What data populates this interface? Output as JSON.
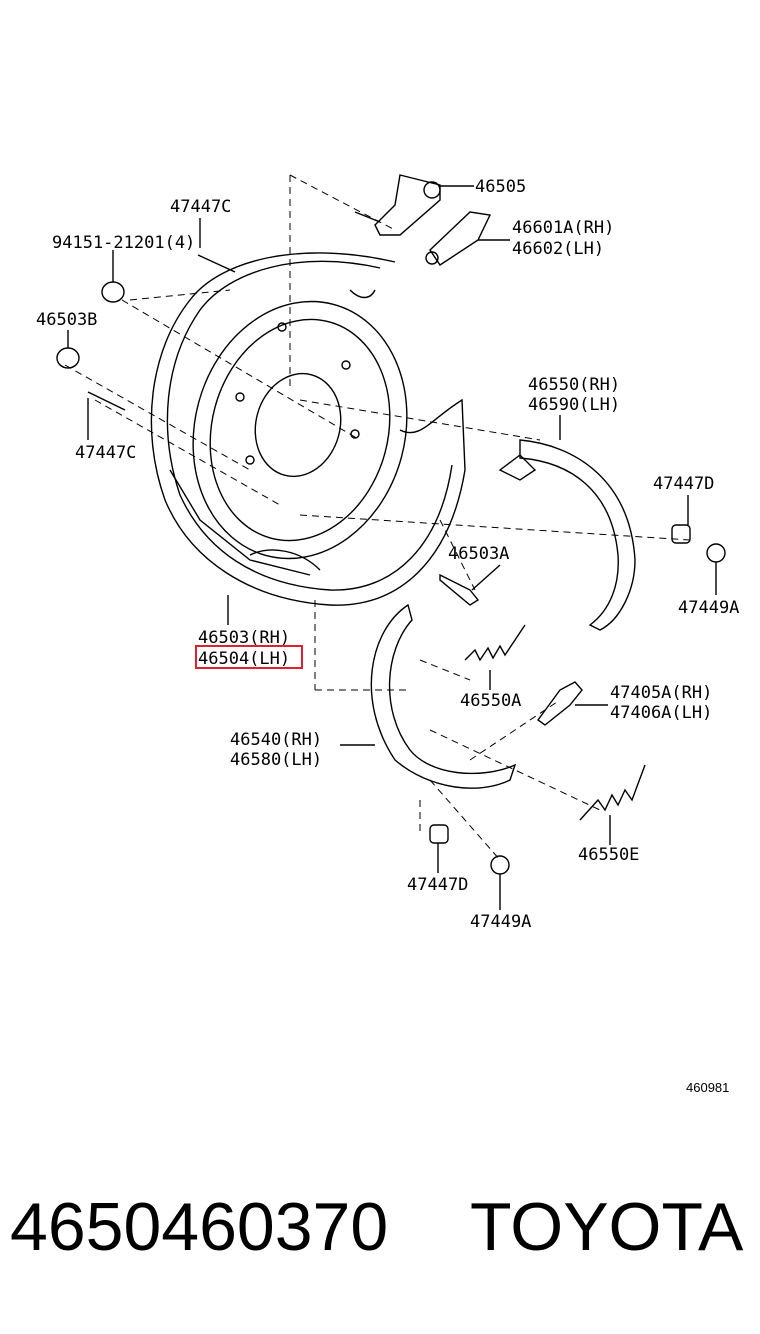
{
  "diagram": {
    "labels": {
      "p46505": "46505",
      "p46601a": "46601A(RH)",
      "p46602": "46602(LH)",
      "p47447c_top": "47447C",
      "p94151": "94151-21201(4)",
      "p46503b": "46503B",
      "p47447c_left": "47447C",
      "p46550": "46550(RH)",
      "p46590": "46590(LH)",
      "p47447d_right": "47447D",
      "p46503a": "46503A",
      "p47449a_right": "47449A",
      "p46503": "46503(RH)",
      "p46504": "46504(LH)",
      "p46550a": "46550A",
      "p47405a": "47405A(RH)",
      "p47406a": "47406A(LH)",
      "p46540": "46540(RH)",
      "p46580": "46580(LH)",
      "p46550e": "46550E",
      "p47447d_bottom": "47447D",
      "p47449a_bottom": "47449A"
    },
    "reference_code": "460981",
    "highlight_color": "#e0202c"
  },
  "footer": {
    "part_number": "4650460370",
    "brand": "TOYOTA"
  }
}
